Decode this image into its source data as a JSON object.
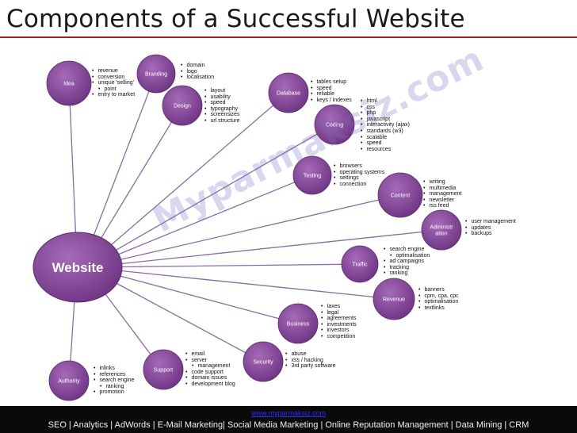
{
  "title": "Components of a Successful Website",
  "hub": {
    "label": "Website"
  },
  "nodes": [
    {
      "id": "idea",
      "label": "Idea",
      "bullets": [
        "revenue",
        "conversion",
        "unique 'selling'",
        "point",
        "entry to market"
      ]
    },
    {
      "id": "branding",
      "label": "Branding",
      "bullets": [
        "domain",
        "logo",
        "localisation"
      ]
    },
    {
      "id": "design",
      "label": "Design",
      "bullets": [
        "layout",
        "usability",
        "speed",
        "typography",
        "screensizes",
        "url structure"
      ]
    },
    {
      "id": "database",
      "label": "Database",
      "bullets": [
        "tables setup",
        "speed",
        "reliable",
        "keys / indexes"
      ]
    },
    {
      "id": "coding",
      "label": "Coding",
      "bullets": [
        "html",
        "css",
        "php",
        "javascript",
        "interactivity (ajax)",
        "standards (w3)",
        "scalable",
        "speed",
        "resources"
      ]
    },
    {
      "id": "testing",
      "label": "Testing",
      "bullets": [
        "browsers",
        "operating systems",
        "settings",
        "connection"
      ]
    },
    {
      "id": "content",
      "label": "Content",
      "bullets": [
        "writing",
        "multimedia",
        "management",
        "newsletter",
        "rss feed"
      ]
    },
    {
      "id": "administration",
      "label_lines": [
        "Administr",
        "ation"
      ],
      "bullets": [
        "user management",
        "updates",
        "backups"
      ]
    },
    {
      "id": "traffic",
      "label": "Traffic",
      "bullets": [
        "search engine",
        "optimalisation",
        "ad campaigns",
        "tracking",
        "ranking"
      ]
    },
    {
      "id": "revenue",
      "label": "Revenue",
      "bullets": [
        "banners",
        "cpm, cpa, cpc",
        "optimalisation",
        "textlinks"
      ]
    },
    {
      "id": "business",
      "label": "Business",
      "bullets": [
        "taxes",
        "legal",
        "agreements",
        "investments",
        "investors",
        "competition"
      ]
    },
    {
      "id": "security",
      "label": "Security",
      "bullets": [
        "abuse",
        "xss / hacking",
        "3rd party software"
      ]
    },
    {
      "id": "support",
      "label": "Support",
      "bullets": [
        "email",
        "server",
        "management",
        "code support",
        "domain issues",
        "development blog"
      ]
    },
    {
      "id": "authority",
      "label": "Authority",
      "bullets": [
        "inlinks",
        "references",
        "search engine",
        "ranking",
        "promotion"
      ]
    }
  ],
  "watermark": "Myparmaksiz.com",
  "footer": {
    "link": "www.myparmaksiz.com",
    "text": "SEO | Analytics | AdWords | E-Mail Marketing| Social Media Marketing | Online Reputation Management | Data Mining | CRM"
  },
  "colors": {
    "node": "#8a4a9c",
    "hub": "#7a3f8c",
    "connector": "#8a6ca0",
    "footer_bg": "#0a0a0a",
    "title_rule": "#a32020"
  }
}
